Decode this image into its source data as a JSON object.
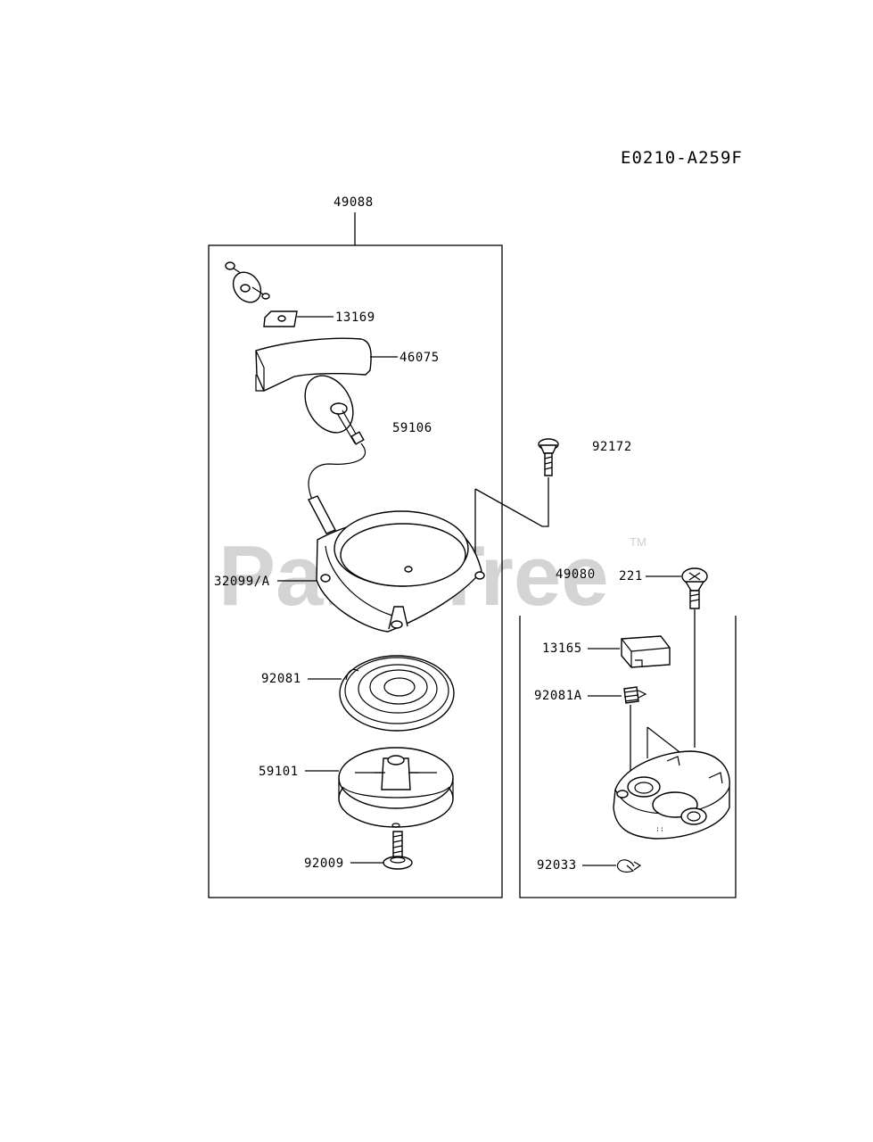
{
  "diagram_code": "E0210-A259F",
  "watermark": {
    "text": "PartsTree",
    "trademark": "TM"
  },
  "assembly_labels": {
    "starter_assy": "49088",
    "pawl_kit": "49080"
  },
  "part_labels": [
    {
      "id": "p13169",
      "text": "13169"
    },
    {
      "id": "p46075",
      "text": "46075"
    },
    {
      "id": "p59106",
      "text": "59106"
    },
    {
      "id": "p92172",
      "text": "92172"
    },
    {
      "id": "p32099",
      "text": "32099/A"
    },
    {
      "id": "p221",
      "text": "221"
    },
    {
      "id": "p13165",
      "text": "13165"
    },
    {
      "id": "p92081",
      "text": "92081"
    },
    {
      "id": "p92081a",
      "text": "92081A"
    },
    {
      "id": "p59101",
      "text": "59101"
    },
    {
      "id": "p92009",
      "text": "92009"
    },
    {
      "id": "p92033",
      "text": "92033"
    }
  ]
}
